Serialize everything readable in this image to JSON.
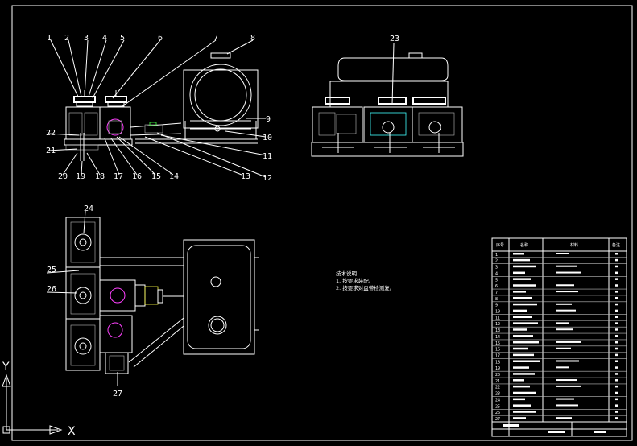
{
  "labels_front": [
    "1",
    "2",
    "3",
    "4",
    "5",
    "6",
    "7",
    "8",
    "9",
    "10",
    "11",
    "12",
    "13",
    "14",
    "15",
    "16",
    "17",
    "18",
    "19",
    "20",
    "21",
    "22"
  ],
  "label_side": "23",
  "labels_top": [
    "24",
    "25",
    "26",
    "27"
  ],
  "tech_notes": {
    "title": "技术说明",
    "line1": "1. 按要求装配。",
    "line2": "2. 按要求对盘带检测复。"
  },
  "axis": {
    "x": "X",
    "y": "Y"
  },
  "bom": {
    "headers": [
      "序号",
      "名称",
      "材料",
      "备注"
    ],
    "row_numbers": [
      "1",
      "2",
      "3",
      "4",
      "5",
      "6",
      "7",
      "8",
      "9",
      "10",
      "11",
      "12",
      "13",
      "14",
      "15",
      "16",
      "17",
      "18",
      "19",
      "20",
      "21",
      "22",
      "23",
      "24",
      "25",
      "26",
      "27"
    ]
  },
  "colors": {
    "background": "#000000",
    "lines": "#ffffff",
    "magenta": "#ff40ff",
    "cyan": "#40ffff",
    "yellow": "#ffff40",
    "red": "#ff4040",
    "green": "#40ff40"
  }
}
